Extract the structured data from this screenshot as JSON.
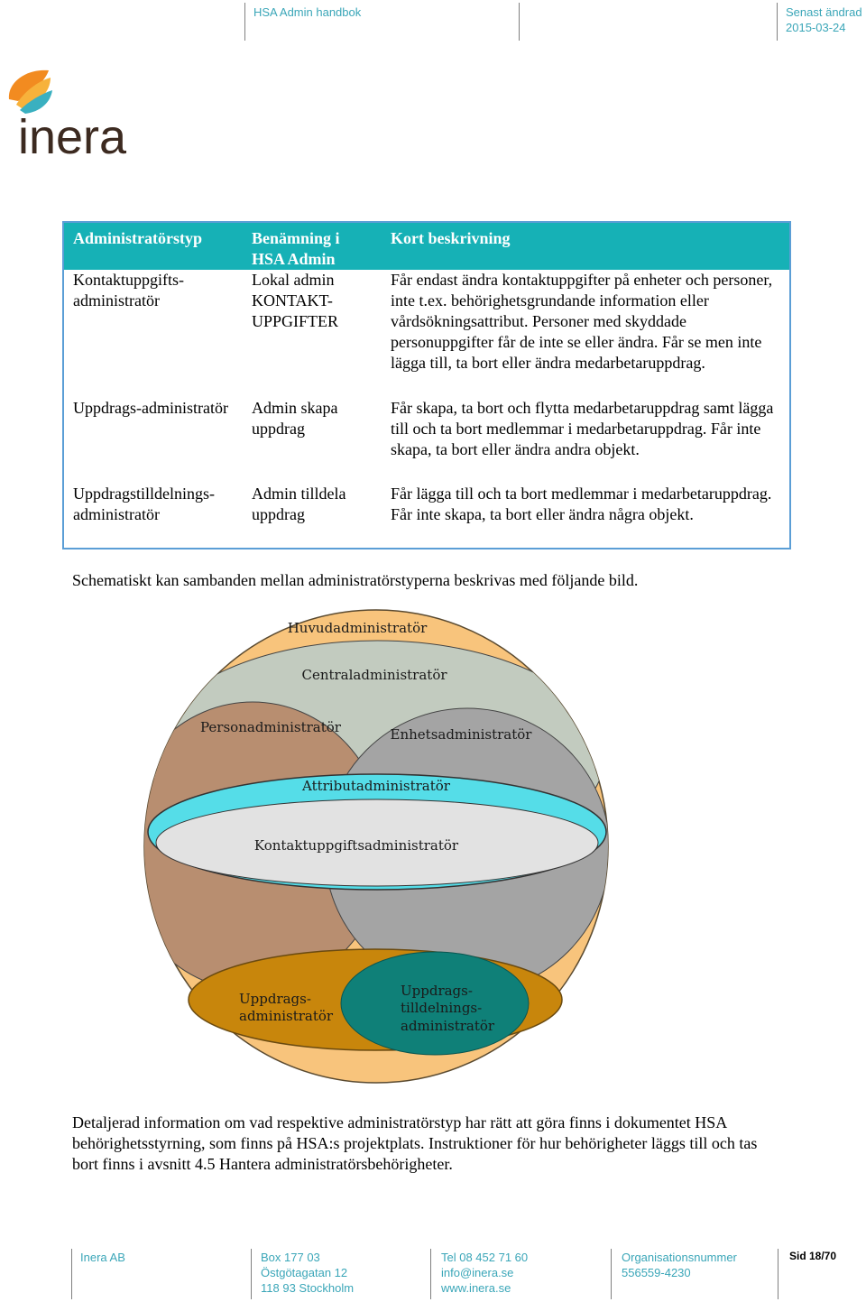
{
  "header": {
    "doc_title": "HSA Admin handbok",
    "updated_label": "Senast ändrad",
    "updated_date": "2015-03-24"
  },
  "logo": {
    "text": "inera"
  },
  "table": {
    "headers": [
      "Administratörstyp",
      "Benämning i HSA Admin",
      "Kort beskrivning"
    ],
    "rows": [
      {
        "type": "Kontaktuppgifts-administratör",
        "name": "Lokal admin KONTAKT-UPPGIFTER",
        "desc": "Får endast ändra kontaktuppgifter på enheter och personer, inte t.ex. behörighetsgrundande information eller vårdsökningsattribut. Personer med skyddade personuppgifter får de inte se eller ändra. Får se men inte lägga till, ta bort eller ändra medarbetaruppdrag."
      },
      {
        "type": "Uppdrags-administratör",
        "name": "Admin skapa uppdrag",
        "desc": "Får skapa, ta bort och flytta medarbetaruppdrag samt lägga till och ta bort medlemmar i medarbetaruppdrag. Får inte skapa, ta bort eller ändra andra objekt."
      },
      {
        "type": "Uppdragstilldelnings-administratör",
        "name": "Admin tilldela uppdrag",
        "desc": "Får lägga till och ta bort medlemmar i medarbetaruppdrag. Får inte skapa, ta bort eller ändra några objekt."
      }
    ]
  },
  "intro_text": "Schematiskt kan sambanden mellan administratörstyperna beskrivas med följande bild.",
  "diagram": {
    "labels": {
      "huvud": "Huvudadministratör",
      "central": "Centraladministratör",
      "person": "Personadministratör",
      "enhet": "Enhetsadministratör",
      "attribut": "Attributadministratör",
      "kontakt": "Kontaktuppgiftsadministratör",
      "uppdrag_1": "Uppdrags-",
      "uppdrag_2": "administratör",
      "tilldel_1": "Uppdrags-",
      "tilldel_2": "tilldelnings-",
      "tilldel_3": "administratör"
    },
    "colors": {
      "outer": "#f8c47c",
      "central": "#c2cbbf",
      "person": "#b88e70",
      "enhet": "#a4a4a4",
      "attribut": "#55dde8",
      "kontakt": "#e2e2e2",
      "uppdrag": "#c8860c",
      "tilldel": "#0f8078"
    }
  },
  "detail_text": "Detaljerad information om vad respektive administratörstyp har rätt att göra finns i dokumentet HSA behörighetsstyrning, som finns på HSA:s projektplats. Instruktioner för hur behörigheter läggs till och tas bort finns i avsnitt 4.5 Hantera administratörsbehörigheter.",
  "footer": {
    "company": "Inera AB",
    "address": [
      "Box 177 03",
      "Östgötagatan 12",
      "118 93 Stockholm"
    ],
    "contact": [
      "Tel 08 452 71 60",
      "info@inera.se",
      "www.inera.se"
    ],
    "org_label": "Organisationsnummer",
    "org_number": "556559-4230",
    "page": "Sid 18/70"
  }
}
